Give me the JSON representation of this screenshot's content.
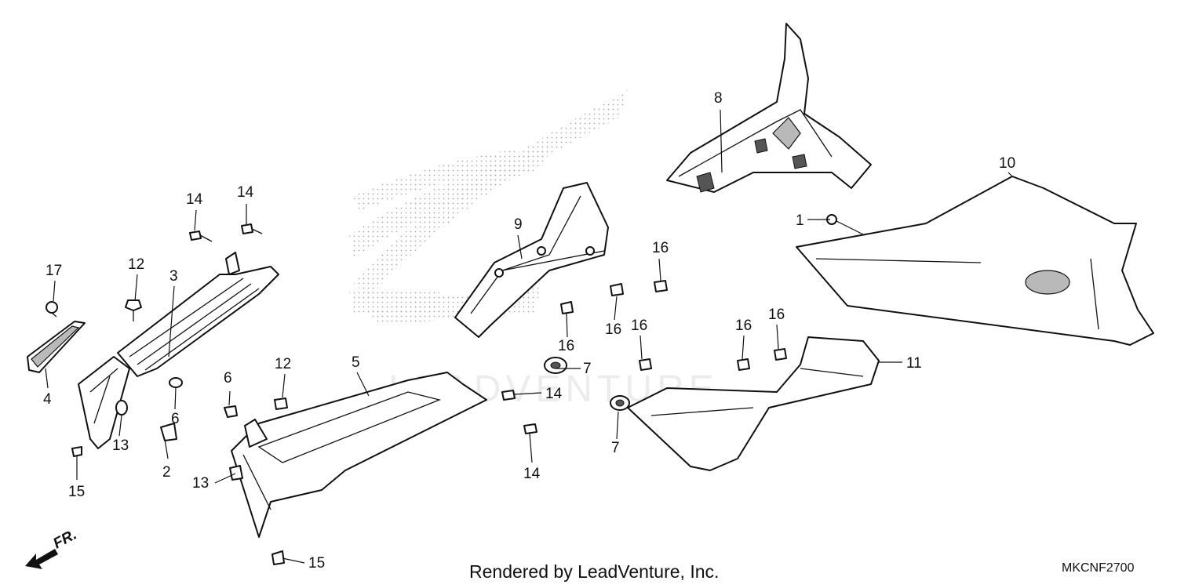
{
  "diagram": {
    "callouts": {
      "c1": "1",
      "c2": "2",
      "c3": "3",
      "c4": "4",
      "c5": "5",
      "c6a": "6",
      "c6b": "6",
      "c7a": "7",
      "c7b": "7",
      "c8": "8",
      "c9": "9",
      "c10": "10",
      "c11": "11",
      "c12a": "12",
      "c12b": "12",
      "c13a": "13",
      "c13b": "13",
      "c14a": "14",
      "c14b": "14",
      "c14c": "14",
      "c14d": "14",
      "c15a": "15",
      "c15b": "15",
      "c16a": "16",
      "c16b": "16",
      "c16c": "16",
      "c16d": "16",
      "c16e": "16",
      "c16f": "16",
      "c17": "17"
    },
    "front_marker": "FR.",
    "watermark": "LEADVENTURE"
  },
  "footer": {
    "credit": "Rendered by LeadVenture, Inc.",
    "code": "MKCNF2700"
  }
}
